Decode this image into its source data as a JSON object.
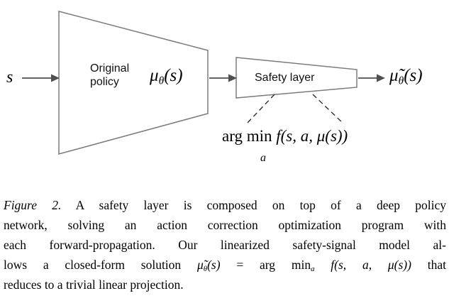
{
  "colors": {
    "shape_stroke": "#7b7b7b",
    "arrow": "#4f4f4f",
    "text": "#000000"
  },
  "diagram": {
    "input_label": "s",
    "original_policy": {
      "line1": "Original",
      "line2": "policy"
    },
    "policy_output": {
      "mu": "μ",
      "sub": "θ",
      "args": "(s)"
    },
    "safety_layer_label": "Safety layer",
    "safe_output": {
      "mu": "μ̃",
      "sub": "θ",
      "args": "(s)"
    },
    "argmin": {
      "operator": "arg min",
      "sub": "a",
      "expression": " f(s, a, μ(s))"
    }
  },
  "caption": {
    "figure_label": "Figure 2.",
    "line1_rest": " A safety layer is composed on top of a deep policy",
    "line2": "network, solving an action correction optimization program with",
    "line3": "each forward-propagation. Our linearized safety-signal model al-",
    "line4_pre": "lows a closed-form solution ",
    "line4_mu": "μ̃",
    "line4_theta": "θ",
    "line4_s": "(s)",
    "line4_eq": " = arg min",
    "line4_a": "a",
    "line4_expr": " f(s, a, μ(s))",
    "line4_post": " that",
    "line5": "reduces to a trivial linear projection."
  }
}
